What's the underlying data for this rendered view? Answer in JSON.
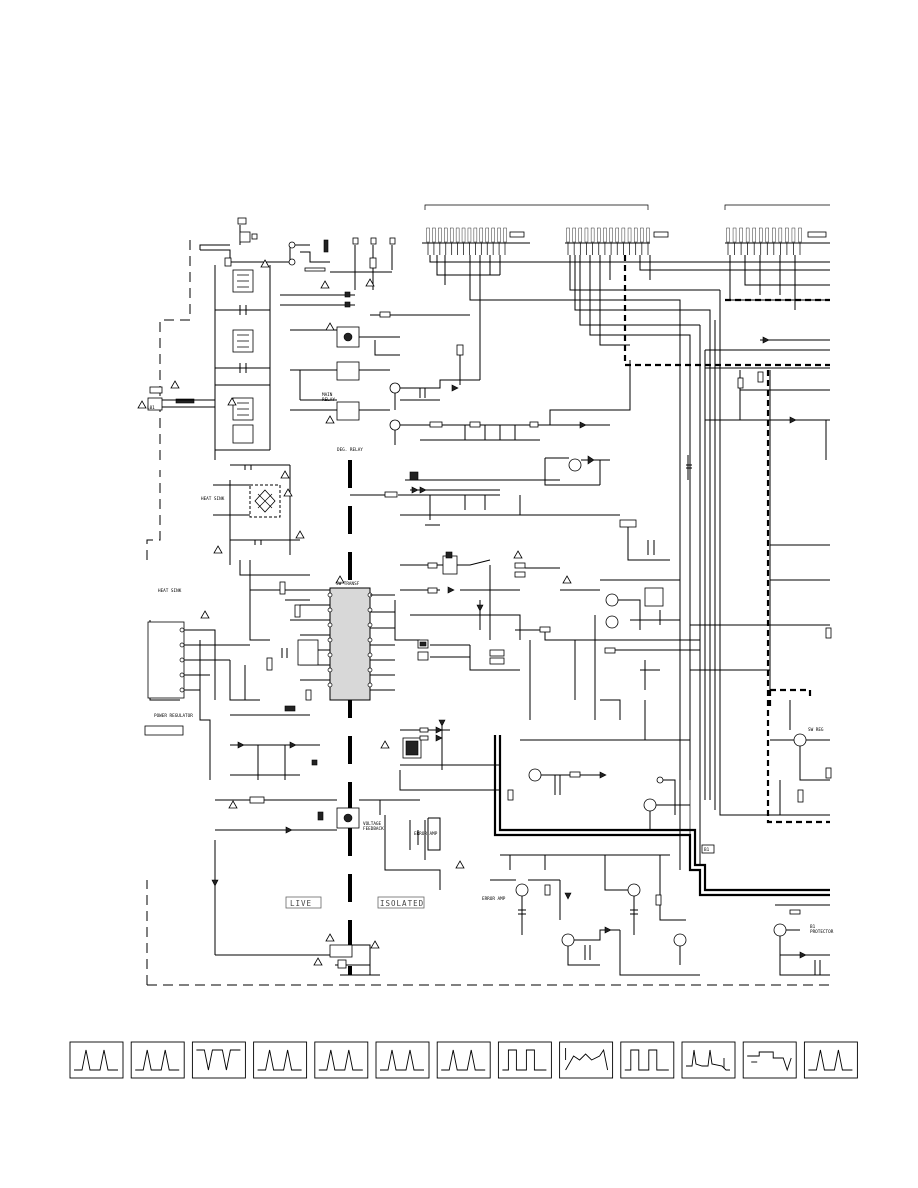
{
  "labels": {
    "main_relay": "MAIN\nRELAY",
    "degauss_relay": "DEG. RELAY",
    "heat_sink_top": "HEAT SINK",
    "heat_sink": "HEAT SINK",
    "power_regulator": "POWER REGULATOR",
    "ic_name": "SW TRANSF",
    "voltage_feedback": "VOLTAGE\nFEEDBACK",
    "error_amp_1": "ERROR AMP",
    "error_amp_2": "ERROR AMP",
    "b1_protector": "B1\nPROTECTOR",
    "live": "LIVE",
    "isolated": "ISOLATED",
    "b1": "B1",
    "connector": "L01",
    "sw_reg": "SW REG"
  },
  "waveforms": [
    {
      "shape": "pulse"
    },
    {
      "shape": "pulse"
    },
    {
      "shape": "inverted-pulse"
    },
    {
      "shape": "pulse"
    },
    {
      "shape": "pulse"
    },
    {
      "shape": "pulse"
    },
    {
      "shape": "pulse"
    },
    {
      "shape": "square"
    },
    {
      "shape": "step"
    },
    {
      "shape": "square"
    },
    {
      "shape": "spike"
    },
    {
      "shape": "step-drop"
    },
    {
      "shape": "pulse"
    }
  ],
  "colors": {
    "ink": "#000000",
    "ic_fill": "#d8d8d8",
    "label_box": "#444444"
  }
}
